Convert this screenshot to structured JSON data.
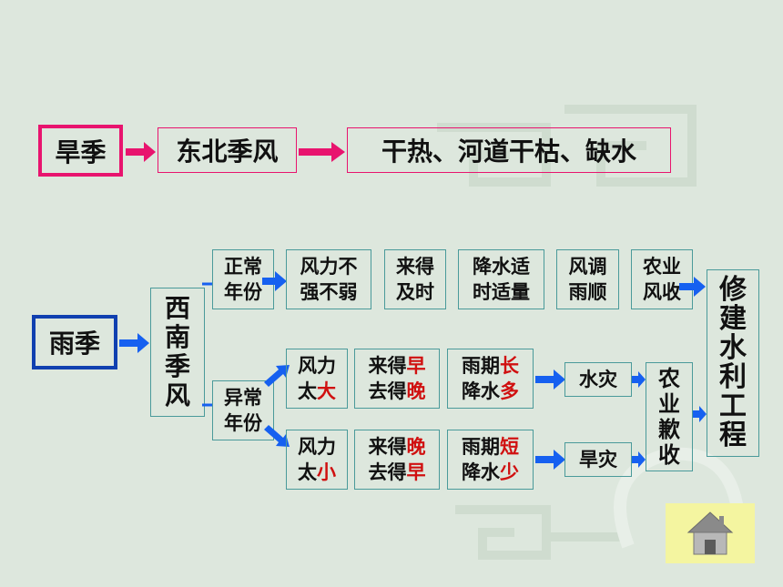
{
  "dry_season": {
    "label": "旱季",
    "monsoon": "东北季风",
    "result": "干热、河道干枯、缺水"
  },
  "rainy_season": {
    "label": "雨季",
    "monsoon": [
      "西",
      "南",
      "季",
      "风"
    ],
    "normal_year": {
      "label": [
        "正常",
        "年份"
      ],
      "steps": [
        [
          "风力不",
          "强不弱"
        ],
        [
          "来得",
          "及时"
        ],
        [
          "降水适",
          "时适量"
        ],
        [
          "风调",
          "雨顺"
        ],
        [
          "农业",
          "风收"
        ]
      ]
    },
    "abnormal_year": {
      "label": [
        "异常",
        "年份"
      ],
      "strong": {
        "wind": [
          "风力",
          "太",
          "大"
        ],
        "timing": [
          "来得",
          "早",
          "去得",
          "晚"
        ],
        "rain": [
          "雨期",
          "长",
          "降水",
          "多"
        ],
        "disaster": "水灾"
      },
      "weak": {
        "wind": [
          "风力",
          "太",
          "小"
        ],
        "timing": [
          "来得",
          "晚",
          "去得",
          "早"
        ],
        "rain": [
          "雨期",
          "短",
          "降水",
          "少"
        ],
        "disaster": "旱灾"
      },
      "outcome": [
        "农",
        "业",
        "歉",
        "收"
      ]
    },
    "solution": [
      "修",
      "建",
      "水",
      "利",
      "工",
      "程"
    ]
  },
  "colors": {
    "background": "#dde7dd",
    "pink_accent": "#e8146e",
    "blue_accent": "#1660f0",
    "teal_border": "#4a9a9a",
    "dark_blue_border": "#1040b0",
    "highlight_red": "#d01010",
    "home_button_bg": "#f4f5a0"
  },
  "icons": {
    "home": "house-icon"
  }
}
